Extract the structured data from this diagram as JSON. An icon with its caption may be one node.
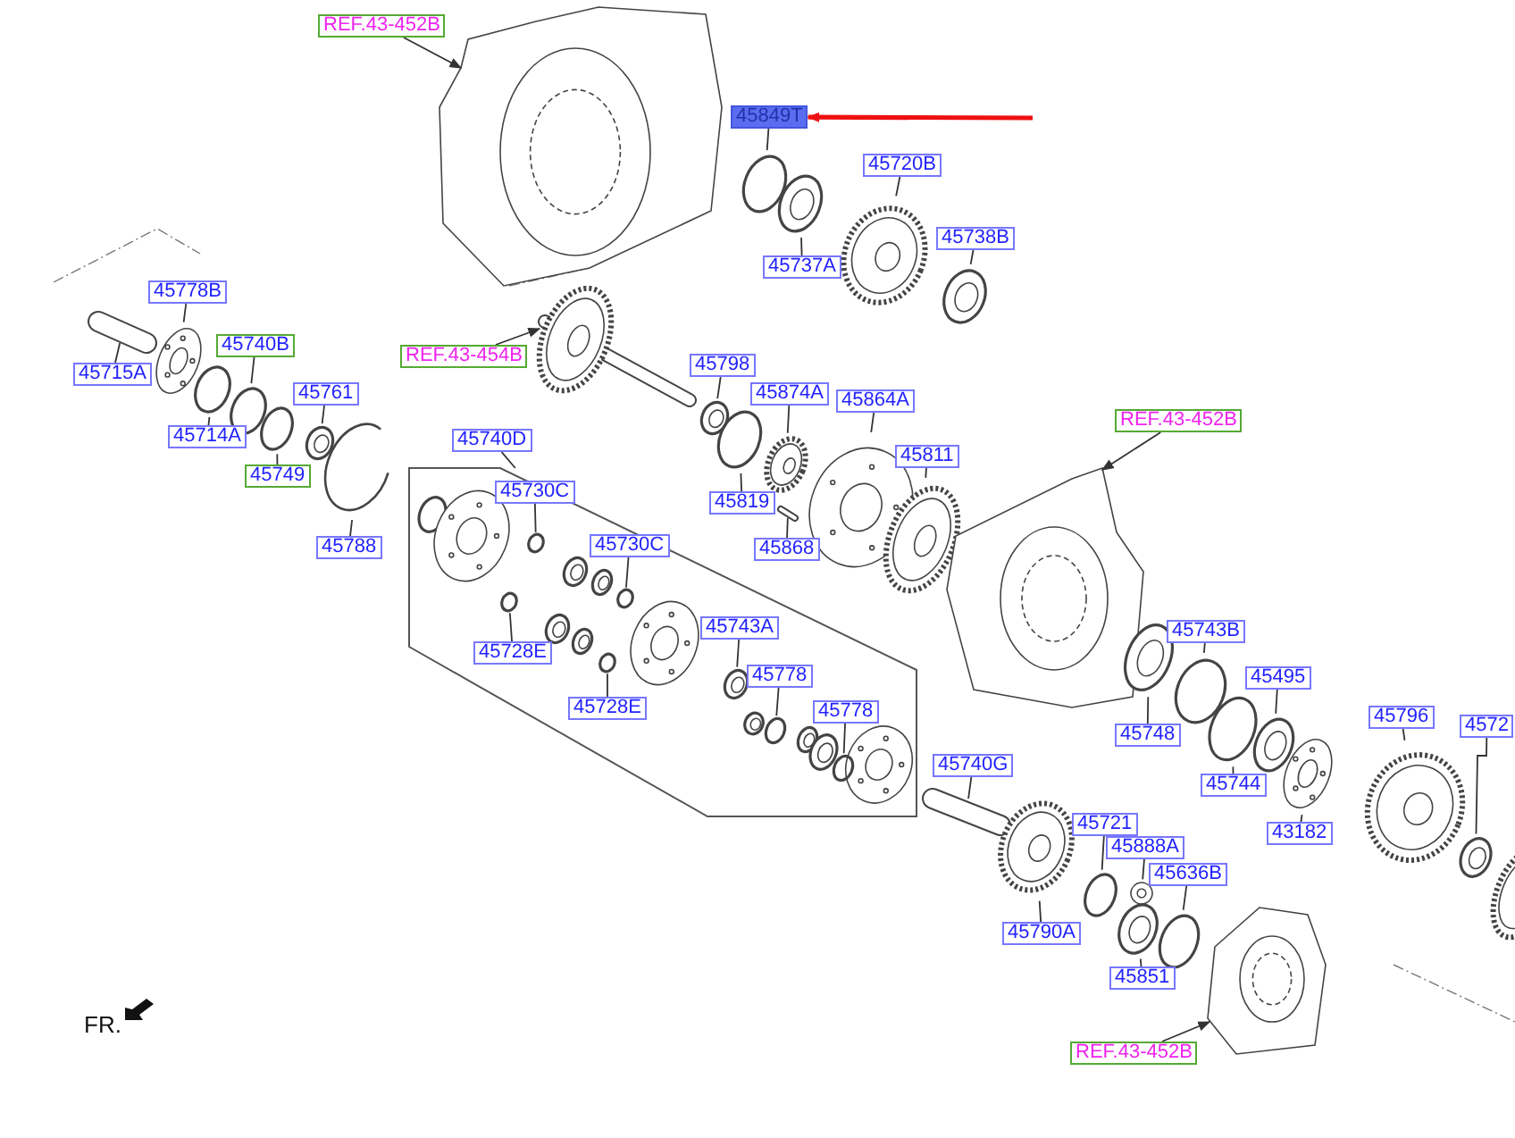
{
  "diagram": {
    "nodes": [
      {
        "text": [
          "REF.43-452B"
        ]
      },
      {
        "text": [
          "45849T"
        ]
      },
      {
        "text": [
          "45720B"
        ]
      },
      {
        "text": [
          "45738B"
        ]
      },
      {
        "text": [
          "45737A"
        ]
      },
      {
        "text": [
          "45778B"
        ]
      },
      {
        "text": [
          "45740B"
        ]
      },
      {
        "text": [
          "REF.43-454B"
        ]
      },
      {
        "text": [
          "45715A"
        ]
      },
      {
        "text": [
          "45798"
        ]
      },
      {
        "text": [
          "45874A"
        ]
      },
      {
        "text": [
          "45864A"
        ]
      },
      {
        "text": [
          "45761"
        ]
      },
      {
        "text": [
          "45714A"
        ]
      },
      {
        "text": [
          "45740D"
        ]
      },
      {
        "text": [],
        "shape": "box"
      },
      {
        "text": [
          "45730C"
        ],
        "in": 15
      },
      {
        "text": [
          "45811"
        ]
      },
      {
        "text": [
          "45749"
        ]
      },
      {
        "text": [
          "REF.43-452B"
        ]
      },
      {
        "text": [
          "45819"
        ]
      },
      {
        "text": [
          "45788"
        ]
      },
      {
        "text": [
          "45868"
        ]
      },
      {
        "text": [
          "45730C"
        ],
        "in": 15
      },
      {
        "text": [
          "45743A"
        ],
        "in": 15
      },
      {
        "text": [
          "45728E"
        ],
        "in": 15
      },
      {
        "text": [
          "45743B"
        ]
      },
      {
        "text": [
          "45778"
        ],
        "in": 15
      },
      {
        "text": [
          "45728E"
        ],
        "in": 15
      },
      {
        "text": [
          "45778"
        ],
        "in": 15
      },
      {
        "text": [
          "45495"
        ]
      },
      {
        "text": [
          "45796"
        ]
      },
      {
        "text": [
          "4572"
        ]
      },
      {
        "text": [
          "45748"
        ]
      },
      {
        "text": [
          "45740G"
        ]
      },
      {
        "text": [
          "45744"
        ]
      },
      {
        "text": [
          "45721"
        ]
      },
      {
        "text": [
          "43182"
        ]
      },
      {
        "text": [
          "45888A"
        ]
      },
      {
        "text": [
          "45636B"
        ]
      },
      {
        "text": [
          "45790A"
        ]
      },
      {
        "text": [
          "45851"
        ]
      },
      {
        "text": [
          "REF.43-452B"
        ]
      },
      {
        "text": [],
        "shape": "picture"
      },
      {
        "text": [],
        "shape": "circle"
      },
      {
        "text": [],
        "shape": "picture"
      },
      {
        "text": [],
        "shape": "picture"
      },
      {
        "text": [],
        "shape": "picture"
      },
      {
        "text": [],
        "shape": "picture"
      },
      {
        "text": [],
        "shape": "circle"
      },
      {
        "text": [],
        "shape": "picture"
      },
      {
        "text": [],
        "shape": "picture"
      },
      {
        "text": [],
        "shape": "picture"
      },
      {
        "text": [],
        "shape": "picture"
      },
      {
        "text": [],
        "shape": "picture"
      },
      {
        "text": [],
        "shape": "picture"
      },
      {
        "text": [],
        "shape": "circle"
      },
      {
        "text": [],
        "shape": "circle",
        "in": 15
      },
      {
        "text": [],
        "shape": "picture"
      },
      {
        "text": [],
        "shape": "circle"
      },
      {
        "text": [],
        "shape": "picture"
      },
      {
        "text": [],
        "shape": "circle"
      },
      {
        "text": [],
        "shape": "picture"
      },
      {
        "text": [],
        "shape": "picture"
      },
      {
        "text": [],
        "shape": "circle",
        "in": 15
      },
      {
        "text": [],
        "shape": "picture",
        "in": 15
      },
      {
        "text": [],
        "shape": "circle",
        "in": 15
      },
      {
        "text": [],
        "shape": "circle"
      },
      {
        "text": [],
        "shape": "circle",
        "in": 15
      },
      {
        "text": [],
        "shape": "circle",
        "in": 15
      },
      {
        "text": [],
        "shape": "circle",
        "in": 15
      },
      {
        "text": [],
        "shape": "picture"
      },
      {
        "text": [],
        "shape": "picture"
      },
      {
        "text": [],
        "shape": "picture"
      },
      {
        "text": [],
        "shape": "picture"
      },
      {
        "text": [],
        "shape": "picture"
      },
      {
        "text": [],
        "shape": "circle"
      },
      {
        "text": [],
        "shape": "circle"
      },
      {
        "text": [],
        "shape": "picture"
      },
      {
        "text": [],
        "shape": "picture"
      },
      {
        "text": [],
        "shape": "circle"
      },
      {
        "text": [],
        "shape": "picture"
      },
      {
        "text": [],
        "shape": "picture"
      },
      {
        "text": [],
        "shape": "picture"
      }
    ],
    "edges": [
      {
        "from": 0,
        "to": 43,
        "arrow": "to"
      },
      {
        "from": 1,
        "to": 44,
        "arrow": "none"
      },
      {
        "from": 2,
        "to": 45,
        "arrow": "none"
      },
      {
        "from": 3,
        "to": 46,
        "arrow": "none"
      },
      {
        "from": 4,
        "to": 47,
        "arrow": "none"
      },
      {
        "from": 5,
        "to": 48,
        "arrow": "none"
      },
      {
        "from": 6,
        "to": 49,
        "arrow": "none"
      },
      {
        "from": 7,
        "to": 50,
        "arrow": "to"
      },
      {
        "from": 8,
        "to": 51,
        "arrow": "none"
      },
      {
        "from": 9,
        "to": 52,
        "arrow": "none"
      },
      {
        "from": 10,
        "to": 53,
        "arrow": "none"
      },
      {
        "from": 11,
        "to": 54,
        "arrow": "none"
      },
      {
        "from": 12,
        "to": 55,
        "arrow": "none"
      },
      {
        "from": 13,
        "to": 56,
        "arrow": "none"
      },
      {
        "from": 14,
        "to": 15,
        "arrow": "none"
      },
      {
        "from": 16,
        "to": 57,
        "arrow": "none"
      },
      {
        "from": 17,
        "to": 58,
        "arrow": "none"
      },
      {
        "from": 18,
        "to": 59,
        "arrow": "none"
      },
      {
        "from": 19,
        "to": 60,
        "arrow": "to"
      },
      {
        "from": 20,
        "to": 61,
        "arrow": "none"
      },
      {
        "from": 21,
        "to": 62,
        "arrow": "none"
      },
      {
        "from": 22,
        "to": 63,
        "arrow": "none"
      },
      {
        "from": 23,
        "to": 64,
        "arrow": "none"
      },
      {
        "from": 24,
        "to": 65,
        "arrow": "none"
      },
      {
        "from": 25,
        "to": 66,
        "arrow": "none"
      },
      {
        "from": 26,
        "to": 67,
        "arrow": "none"
      },
      {
        "from": 27,
        "to": 68,
        "arrow": "none"
      },
      {
        "from": 28,
        "to": 69,
        "arrow": "none"
      },
      {
        "from": 29,
        "to": 70,
        "arrow": "none"
      },
      {
        "from": 30,
        "to": 71,
        "arrow": "none"
      },
      {
        "from": 31,
        "to": 72,
        "arrow": "none"
      },
      {
        "from": 32,
        "to": 73,
        "arrow": "none"
      },
      {
        "from": 33,
        "to": 74,
        "arrow": "none"
      },
      {
        "from": 34,
        "to": 75,
        "arrow": "none"
      },
      {
        "from": 35,
        "to": 76,
        "arrow": "none"
      },
      {
        "from": 36,
        "to": 77,
        "arrow": "none"
      },
      {
        "from": 37,
        "to": 78,
        "arrow": "none"
      },
      {
        "from": 38,
        "to": 79,
        "arrow": "none"
      },
      {
        "from": 39,
        "to": 80,
        "arrow": "none"
      },
      {
        "from": 40,
        "to": 81,
        "arrow": "none"
      },
      {
        "from": 41,
        "to": 82,
        "arrow": "none"
      },
      {
        "from": 42,
        "to": 83,
        "arrow": "to"
      },
      {
        "from": null,
        "to": 1,
        "arrow": "to",
        "style": "thick",
        "color": "#ee1111"
      }
    ],
    "labels": [
      "FR."
    ]
  }
}
